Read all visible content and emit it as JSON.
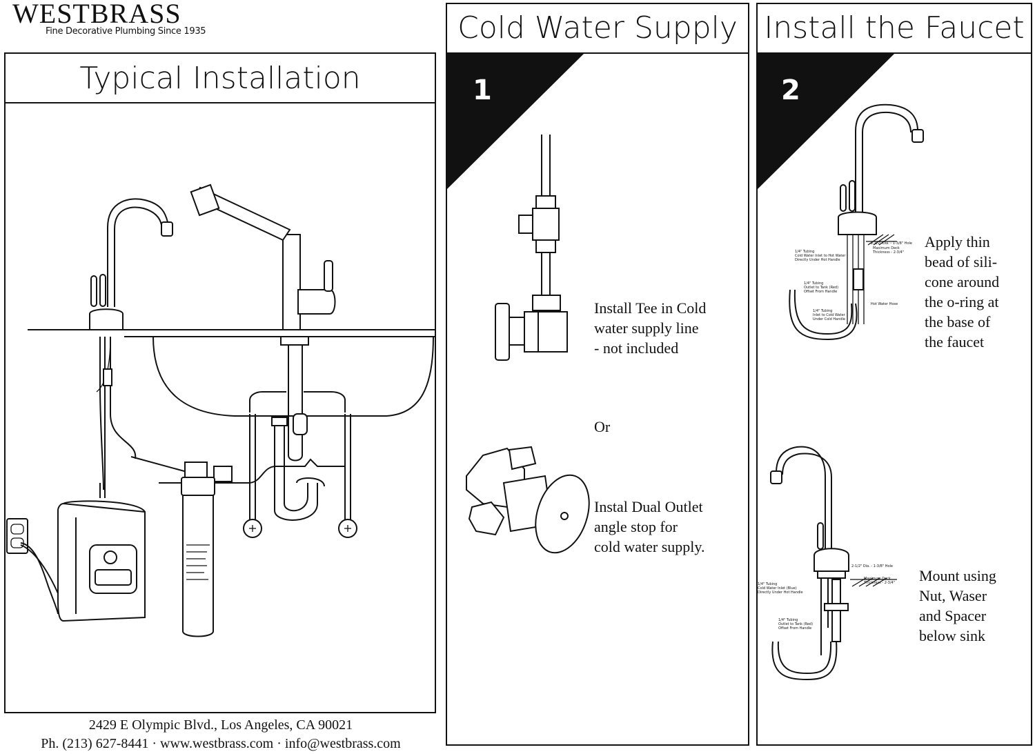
{
  "brand": {
    "name": "WESTBRASS",
    "tagline": "Fine Decorative Plumbing Since 1935"
  },
  "panels": {
    "typical": {
      "title": "Typical Installation"
    },
    "cold_water": {
      "title": "Cold Water Supply",
      "step": "1",
      "note_tee": [
        "Install Tee in Cold",
        "water supply line",
        "- not included"
      ],
      "or": "Or",
      "note_dual": [
        "Instal Dual Outlet",
        "angle stop for",
        "cold water supply."
      ]
    },
    "faucet": {
      "title": "Install the Faucet",
      "step": "2",
      "note_silicone": [
        "Apply thin",
        "bead of sili-",
        "cone around",
        "the o-ring at",
        "the base of",
        "the faucet"
      ],
      "note_mount": [
        "Mount using",
        "Nut, Waser",
        "and Spacer",
        "below sink"
      ],
      "labels_top": {
        "hole": "2-1/2\" Dia. - 1-3/8\" Hole",
        "deck": "Maximum Deck",
        "thickness": "Thickness - 2-3/4\"",
        "tubing_cold": "1/4\" Tubing",
        "tubing_cold_2": "Cold Water Inlet to Hot Water",
        "tubing_cold_3": "Directly Under Hot Handle",
        "tubing_tank": "1/4\" Tubing",
        "tubing_tank_2": "Outlet to Tank (Red)",
        "tubing_tank_3": "Offset From Handle",
        "tubing_cold_under": "1/4\" Tubing",
        "tubing_cold_under_2": "Inlet to Cold Water",
        "tubing_cold_under_3": "Under Cold Handle",
        "hot_water_hose": "Hot Water Hose"
      },
      "labels_bottom": {
        "hole": "2-1/2\" Dia. - 1-3/8\" Hole",
        "deck": "Maximum Deck",
        "thickness": "Thickness - 2-3/4\"",
        "tubing_a": "1/4\" Tubing",
        "tubing_a2": "Cold Water Inlet (Blue)",
        "tubing_a3": "Directly Under Hot Handle",
        "tubing_b": "1/4\" Tubing",
        "tubing_b2": "Outlet to Tank (Red)",
        "tubing_b3": "Offset From Handle"
      }
    }
  },
  "footer": {
    "address": "2429 E Olympic Blvd., Los Angeles, CA  90021",
    "contact": "Ph. (213) 627-8441 · www.westbrass.com · info@westbrass.com"
  }
}
